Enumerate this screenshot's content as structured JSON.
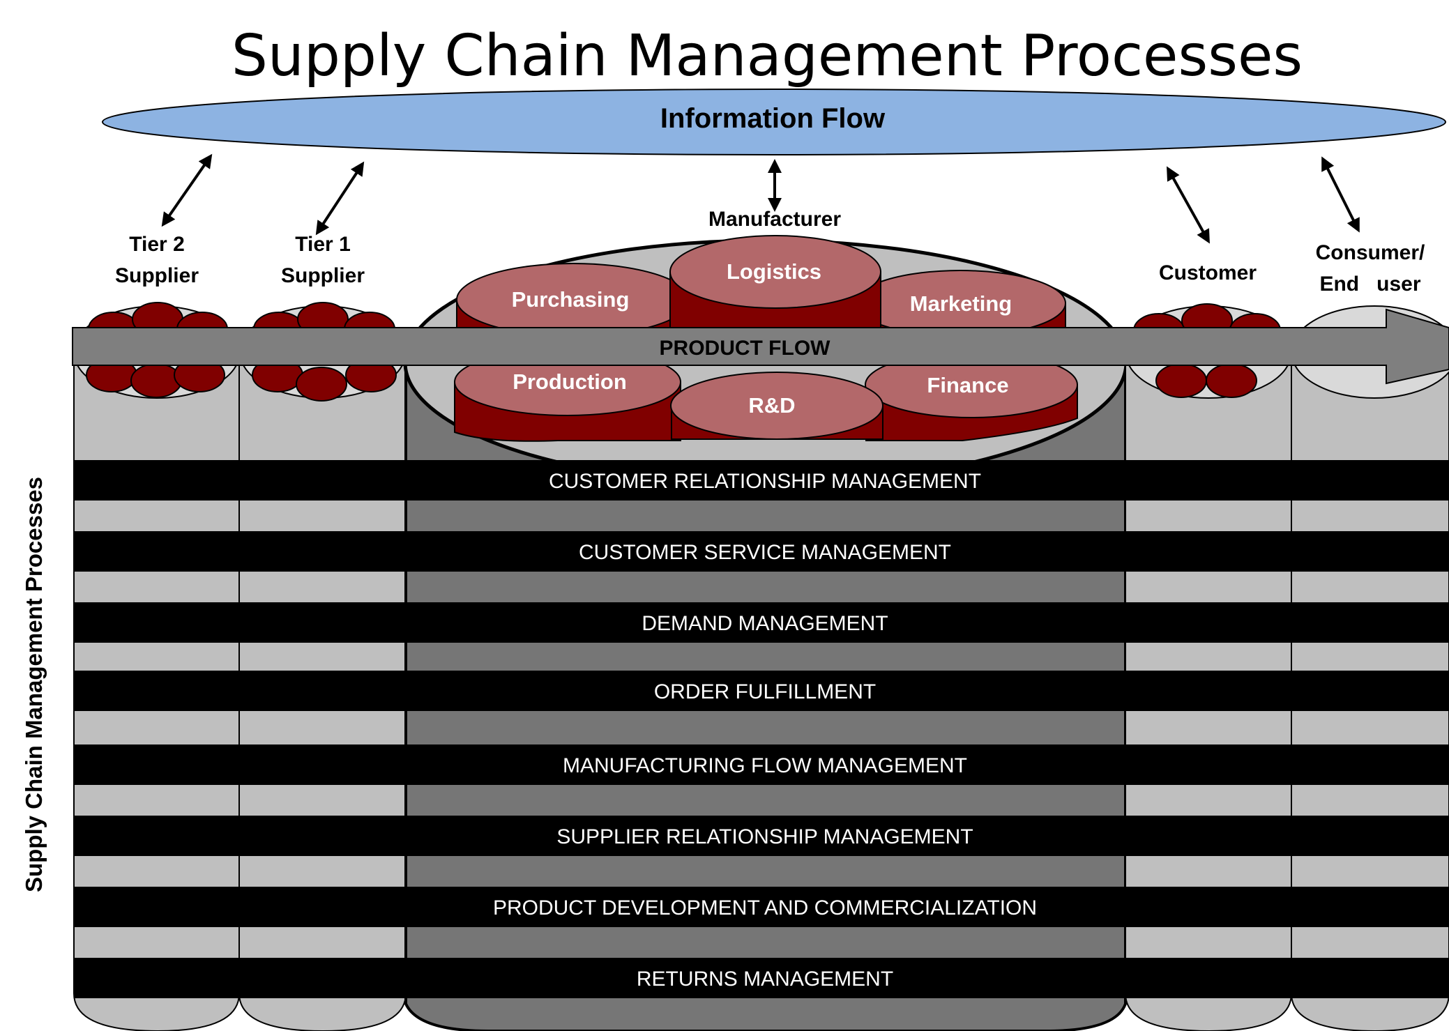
{
  "title": "Supply Chain Management Processes",
  "information_flow": "Information Flow",
  "stages": {
    "tier2": [
      "Tier 2",
      "Supplier"
    ],
    "tier1": [
      "Tier 1",
      "Supplier"
    ],
    "manufacturer": "Manufacturer",
    "customer": "Customer",
    "consumer": [
      "Consumer/",
      "End   user"
    ]
  },
  "departments": {
    "logistics": "Logistics",
    "purchasing": "Purchasing",
    "marketing": "Marketing",
    "production": "Production",
    "finance": "Finance",
    "rnd": "R&D"
  },
  "product_flow": "PRODUCT FLOW",
  "processes": [
    "CUSTOMER RELATIONSHIP MANAGEMENT",
    "CUSTOMER SERVICE MANAGEMENT",
    "DEMAND MANAGEMENT",
    "ORDER FULFILLMENT",
    "MANUFACTURING FLOW MANAGEMENT",
    "SUPPLIER RELATIONSHIP MANAGEMENT",
    "PRODUCT DEVELOPMENT AND COMMERCIALIZATION",
    "RETURNS MANAGEMENT"
  ],
  "side_label": "Supply Chain Management Processes",
  "colors": {
    "info_ellipse": "#8DB3E2",
    "light_gray": "#BFBFBF",
    "dark_gray": "#767676",
    "arrow_gray": "#7F7F7F",
    "dept_top": "#B3686A",
    "dept_body": "#800000",
    "process_bar": "#000000"
  }
}
